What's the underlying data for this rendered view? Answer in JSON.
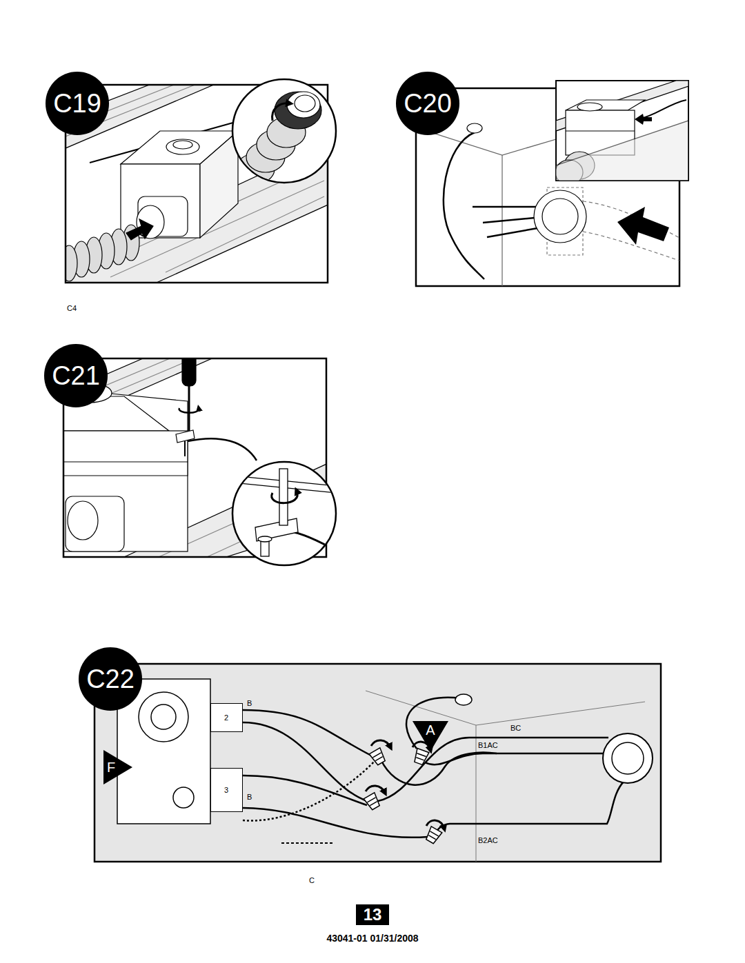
{
  "diagram": {
    "nodes": [
      {
        "text": [
          "C19"
        ]
      },
      {
        "text": [
          "C20"
        ]
      },
      {
        "text": [
          "C21"
        ]
      },
      {
        "text": [
          "C22"
        ]
      },
      {
        "text": [
          "2"
        ]
      },
      {
        "text": [
          "A"
        ]
      },
      {
        "text": [
          "F"
        ]
      },
      {
        "text": [
          "3"
        ]
      },
      {
        "text": [
          "13"
        ]
      }
    ],
    "labels": [
      "C4",
      "B",
      "BC",
      "B1AC",
      "B",
      "B2AC",
      "C",
      "43041-01 01/31/2008"
    ]
  }
}
